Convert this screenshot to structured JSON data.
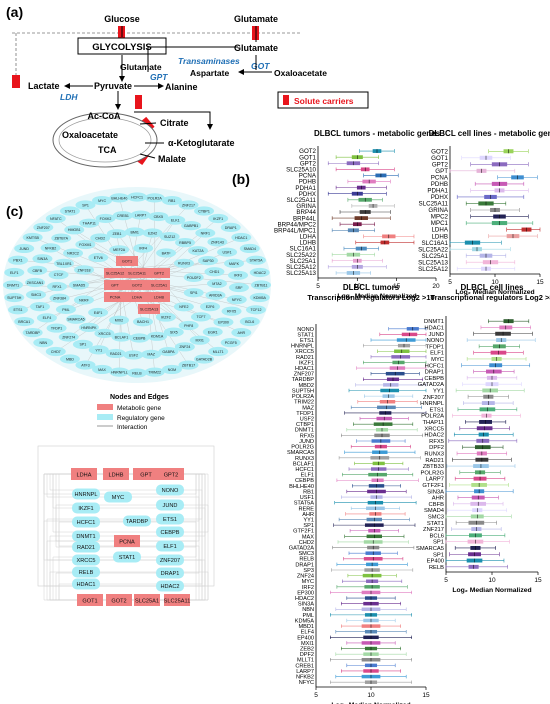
{
  "panel_labels": {
    "a": "(a)",
    "b": "(b)",
    "c": "(c)"
  },
  "pathway": {
    "glucose": "Glucose",
    "glutamate_top": "Glutamate",
    "glycolysis": "GLYCOLYSIS",
    "glutamate_right": "Glutamate",
    "transaminases": "Transaminases",
    "got": "GOT",
    "aspartate": "Aspartate",
    "oxaloacetate_right": "Oxaloacetate",
    "glutamate_mid": "Glutamate",
    "gpt": "GPT",
    "alanine": "Alanine",
    "pyruvate": "Pyruvate",
    "lactate": "Lactate",
    "ldh": "LDH",
    "acetyl_coa": "Ac-CoA",
    "oxaloacetate_tca": "Oxaloacetate",
    "tca": "TCA",
    "citrate": "Citrate",
    "akg": "α-Ketoglutarate",
    "malate": "Malate",
    "legend": "Solute carriers",
    "colors": {
      "carrier": "#e8141c",
      "enzyme": "#1f6fb5",
      "pink": "#f08080",
      "cyan": "#a8ecf5"
    }
  },
  "network_legend": {
    "title": "Nodes and Edges",
    "items": [
      "Metabolic gene",
      "Regulatory gene",
      "Interaction"
    ]
  },
  "cluster": {
    "metabolic": [
      "SLC25A12",
      "SLC25A11",
      "GPT2",
      "GPT",
      "GOT2",
      "SLC25A1",
      "PCNA",
      "LDHA",
      "LDHB",
      "GOT1",
      "SLC25A13"
    ],
    "outer": [
      "ZBTB11",
      "KDM5A",
      "TCF12",
      "BCL6",
      "AHR",
      "PCGF5",
      "MLLT1",
      "GATAD2B",
      "ZBTB17",
      "NOM",
      "TRIM22",
      "RELB",
      "HNRNPLL",
      "MAX",
      "ATF3",
      "MBD",
      "CHD7",
      "NBN",
      "TARDBP",
      "BRCA1",
      "ETS1",
      "SUPT5H",
      "DNMT1",
      "ELF1",
      "PBX1",
      "JUND",
      "KMTSB",
      "ZNF207",
      "NFATC",
      "STAT1",
      "SP1",
      "MYC",
      "BHLHE40",
      "HCFC1",
      "POLR2A",
      "RB1",
      "ZNF217",
      "CTBP1",
      "IKZF1",
      "DRAP1",
      "HDAC1",
      "SMAD4",
      "STAT5A",
      "HDAC2",
      "NFYC",
      "RFX5",
      "EP300",
      "EGR1",
      "MXI1",
      "ZNF24",
      "GABPA",
      "MAZ",
      "USF2",
      "RAD21",
      "YY1",
      "SP1",
      "ZNF274",
      "TFDP1",
      "ELF4",
      "TAF1",
      "SMC3",
      "ZKSCAN1",
      "CBFB",
      "SIN3A",
      "NFKB2",
      "ZBTB7A",
      "HMGB1",
      "THAP11",
      "FOXK2",
      "CREB1",
      "LARP7",
      "CBX5",
      "ELK1",
      "GABPB1",
      "NRF1",
      "ZNF143",
      "USF1",
      "MAFK",
      "IRF3",
      "SRF",
      "E2F6",
      "TCF7",
      "PHF8",
      "SIX5",
      "KDM1A",
      "CEBPB",
      "BCLAF1",
      "XRCC5",
      "HNRNPK",
      "SMARCA5",
      "PML",
      "ZNF384",
      "RFX1",
      "CTCF",
      "TBL1XR1",
      "NR2C2",
      "FOXM1",
      "CHD2",
      "ZEB1",
      "BMI1",
      "EZH2",
      "SUZ12",
      "RBBP5",
      "KAT2A",
      "SAP30",
      "CHD1",
      "MTA2",
      "ARID3A",
      "NFE2",
      "IKZF2",
      "BACH1",
      "MXI2",
      "E4F1",
      "NKRF",
      "SMAD5",
      "ZNF318",
      "ETV6",
      "MEF2A",
      "IRF4",
      "BATF",
      "RUNX3",
      "POU2F2",
      "SPI1"
    ]
  },
  "network_graph": {
    "pink": [
      {
        "id": "LDHA",
        "label": "LDHA"
      },
      {
        "id": "LDHB",
        "label": "LDHB"
      },
      {
        "id": "GPT",
        "label": "GPT"
      },
      {
        "id": "GPT2",
        "label": "GPT2"
      },
      {
        "id": "PCNA",
        "label": "PCNA"
      },
      {
        "id": "GOT1",
        "label": "GOT1"
      },
      {
        "id": "GOT2",
        "label": "GOT2"
      },
      {
        "id": "SLC25A1",
        "label": "SLC25A1"
      },
      {
        "id": "SLC25A11",
        "label": "SLC25A11"
      }
    ],
    "cyan": [
      {
        "id": "HNRNPL",
        "label": "HNRNPL"
      },
      {
        "id": "MYC",
        "label": "MYC"
      },
      {
        "id": "NONO",
        "label": "NONO"
      },
      {
        "id": "IKZF1",
        "label": "IKZF1"
      },
      {
        "id": "JUND",
        "label": "JUND"
      },
      {
        "id": "HCFC1",
        "label": "HCFC1"
      },
      {
        "id": "TARDBP",
        "label": "TARDBP"
      },
      {
        "id": "ETS1",
        "label": "ETS1"
      },
      {
        "id": "DNMT1",
        "label": "DNMT1"
      },
      {
        "id": "CEBPB",
        "label": "CEBPB"
      },
      {
        "id": "RAD21",
        "label": "RAD21"
      },
      {
        "id": "ELF1",
        "label": "ELF1"
      },
      {
        "id": "XRCC5",
        "label": "XRCC5"
      },
      {
        "id": "ZNF207",
        "label": "ZNF207"
      },
      {
        "id": "RELB",
        "label": "RELB"
      },
      {
        "id": "STAT1",
        "label": "STAT1"
      },
      {
        "id": "DRAP1",
        "label": "DRAP1"
      },
      {
        "id": "HDAC1",
        "label": "HDAC1"
      },
      {
        "id": "HDAC2",
        "label": "HDAC2"
      }
    ]
  },
  "chart_data": [
    {
      "type": "box",
      "title": "DLBCL tumors - metabolic genes",
      "xlabel": "Log₂ Median Normalized",
      "xlim": [
        5,
        20
      ],
      "xticks": [
        5,
        10,
        15,
        20
      ],
      "categories": [
        "GOT2",
        "GOT1",
        "GPT2",
        "SLC25A10",
        "PCNA",
        "PDHB",
        "PDHA1",
        "PDHX",
        "SLC25A11",
        "GRINA",
        "BRP44",
        "BRP44L",
        "BRP44/MPC2",
        "BRP44L/MPC1",
        "LDHA",
        "LDHB",
        "SLC16A1",
        "SLC25A22",
        "SLC25A1",
        "SLC25A12",
        "SLC25A13"
      ],
      "medians": [
        12.5,
        10,
        9.5,
        11,
        13,
        11.5,
        10.5,
        10,
        11,
        12,
        11,
        10.5,
        10,
        9.5,
        14,
        13.5,
        10.5,
        9.5,
        10,
        10,
        9.5
      ],
      "colors": [
        "#1b8fae",
        "#7fc241",
        "#8b6bbf",
        "#d9488a",
        "#2a6db5",
        "#e07cc0",
        "#6a2f8f",
        "#3c3c96",
        "#56a86b",
        "#b0b0b0",
        "#3d3d3d",
        "#6f3b2a",
        "#7b1e4d",
        "#5a8ab8",
        "#f08080",
        "#c03030",
        "#4d8dc0",
        "#a3d9a5",
        "#e7a0d0",
        "#b4a6e0",
        "#9ac7e8"
      ]
    },
    {
      "type": "box",
      "title": "DLBCL cell lines - metabolic genes",
      "xlabel": "Log₂ Median Normalized",
      "xlim": [
        5,
        15
      ],
      "xticks": [
        5,
        10,
        15
      ],
      "categories": [
        "GOT2",
        "GOT1",
        "GPT2",
        "GPT",
        "PCNA",
        "PDHB",
        "PDHA1",
        "PDHX",
        "SLC25A11",
        "GRINA",
        "MPC2",
        "MPC1",
        "LDHA",
        "LDHB",
        "SLC16A1",
        "SLC25A22",
        "SLC25A1",
        "SLC25A13",
        "SLC25A12"
      ],
      "medians": [
        11.5,
        9,
        10.5,
        8.5,
        12.5,
        10.5,
        10.5,
        9.5,
        9,
        10,
        10.5,
        10.5,
        13.5,
        12,
        7.5,
        8,
        9,
        9.5,
        9
      ],
      "colors": [
        "#9ad35a",
        "#ded7ff",
        "#8b6bbf",
        "#e6b3d8",
        "#3f8fd1",
        "#c75ab5",
        "#dcb9ec",
        "#6a6ac8",
        "#3a7a3a",
        "#8a8a8a",
        "#222255",
        "#4caf7a",
        "#c03030",
        "#eaa0a0",
        "#1b8fae",
        "#a3d9e5",
        "#b5b5e8",
        "#f2b5d9",
        "#ded7ff"
      ]
    },
    {
      "type": "box",
      "title": "DLBCL tumors",
      "subtitle": "Transcriptional regulators Log2 >10",
      "xlabel": "Log₂ Median Normalized",
      "xlim": [
        5,
        15
      ],
      "xticks": [
        5,
        10,
        15
      ],
      "categories": [
        "NONO",
        "STAT1",
        "ETS1",
        "HNRNPL",
        "XRCC5",
        "RAD21",
        "IKZF1",
        "HDAC1",
        "ZNF207",
        "TARDBP",
        "MBD2",
        "SUPT5H",
        "POLR2A",
        "TRIM22",
        "MAZ",
        "TFDP1",
        "USF2",
        "CTBP1",
        "DNMT1",
        "RFX5",
        "JUND",
        "POLR2G",
        "SMARCA5",
        "RUNX3",
        "BCLAF1",
        "HCFC1",
        "ELF1",
        "CEBPB",
        "BHLHE40",
        "RB1",
        "USF1",
        "STAT5A",
        "RERE",
        "AHR",
        "YY1",
        "SP1",
        "GTF2F1",
        "MAX",
        "CHD2",
        "GATAD2A",
        "SMC3",
        "RELB",
        "DRAP1",
        "SP3",
        "ZNF24",
        "MYC",
        "IRF2",
        "EP300",
        "HDAC2",
        "SIN3A",
        "NBN",
        "PML",
        "KDM5A",
        "MBD1",
        "ELF4",
        "EP400",
        "MXI1",
        "ZEB2",
        "DPF2",
        "MLLT1",
        "CREB1",
        "LARP7",
        "NFKB2",
        "NFYC"
      ],
      "medians": [
        13.8,
        13.5,
        13.2,
        13.0,
        12.8,
        12.7,
        12.5,
        12.4,
        12.2,
        12.0,
        11.8,
        11.7,
        11.6,
        11.5,
        11.4,
        11.3,
        11.2,
        11.1,
        11.0,
        11.0,
        10.9,
        10.9,
        10.8,
        10.8,
        10.7,
        10.7,
        10.6,
        10.6,
        10.5,
        10.5,
        10.5,
        10.4,
        10.4,
        10.4,
        10.3,
        10.3,
        10.3,
        10.3,
        10.2,
        10.2,
        10.2,
        10.2,
        10.1,
        10.1,
        10.1,
        10.1,
        10.1,
        10.0,
        10.0,
        10.0,
        10.0,
        10.0,
        10.0,
        10.0,
        10.0,
        10.0,
        10.0,
        10.0,
        10.0,
        10.0,
        10.0,
        10.0,
        10.0,
        10.0
      ],
      "colors": [
        "#4a7bd0",
        "#d9488a",
        "#3d9bd6",
        "#a0a0a0",
        "#7fc241",
        "#8b6bbf",
        "#56a86b",
        "#e07cc0",
        "#2a4d8c",
        "#6a2f8f",
        "#b5b5e8",
        "#1b8fae",
        "#9ac7e8",
        "#f08080",
        "#5a8ab8",
        "#222255",
        "#c75ab5",
        "#3a7a3a",
        "#a3d9a5",
        "#8a8a8a"
      ]
    },
    {
      "type": "box",
      "title": "DLBCL cell lines",
      "subtitle": "Transcriptional regulators Log2 >8",
      "xlabel": "Log₂ Median Normalized",
      "xlim": [
        5,
        15
      ],
      "xticks": [
        5,
        10,
        15
      ],
      "categories": [
        "DNMT1",
        "HDAC1",
        "JUND",
        "NONO",
        "TFDP1",
        "ELF1",
        "MYC",
        "HCFC1",
        "DRAP1",
        "CEBPB",
        "GATAD2A",
        "YY1",
        "ZNF207",
        "HNRNPL",
        "ETS1",
        "POLR2A",
        "THAP11",
        "XRCC5",
        "HDAC2",
        "RFX5",
        "DPF2",
        "RUNX3",
        "RAD21",
        "ZBTB33",
        "POLR2G",
        "LARP7",
        "GTF2F1",
        "SIN3A",
        "AHR",
        "CBFB",
        "SMAD4",
        "SMC3",
        "STAT1",
        "ZNF217",
        "BCL6",
        "SP1",
        "SMARCA5",
        "SP1",
        "EP400",
        "RELB"
      ],
      "medians": [
        11.8,
        11.5,
        11.2,
        11.0,
        10.8,
        10.7,
        10.5,
        10.4,
        10.2,
        10.0,
        10.0,
        9.8,
        9.6,
        9.6,
        9.5,
        9.4,
        9.3,
        9.2,
        9.1,
        9.0,
        9.0,
        8.9,
        8.9,
        8.8,
        8.7,
        8.7,
        8.6,
        8.6,
        8.5,
        8.5,
        8.4,
        8.4,
        8.3,
        8.3,
        8.2,
        8.2,
        8.2,
        8.1,
        8.1,
        8.0
      ],
      "colors": [
        "#2f5f2f",
        "#e07cc0",
        "#3a3a3a",
        "#9ac7e8",
        "#56a86b",
        "#d9488a",
        "#b0e08a",
        "#3f8fd1",
        "#c75ab5",
        "#dcb9ec",
        "#ded7ff",
        "#a3d9a5",
        "#8a8a8a",
        "#b5b5e8",
        "#4caf7a",
        "#f2b5d9",
        "#222255",
        "#6a2f8f",
        "#1b8fae",
        "#8b6bbf"
      ]
    }
  ]
}
